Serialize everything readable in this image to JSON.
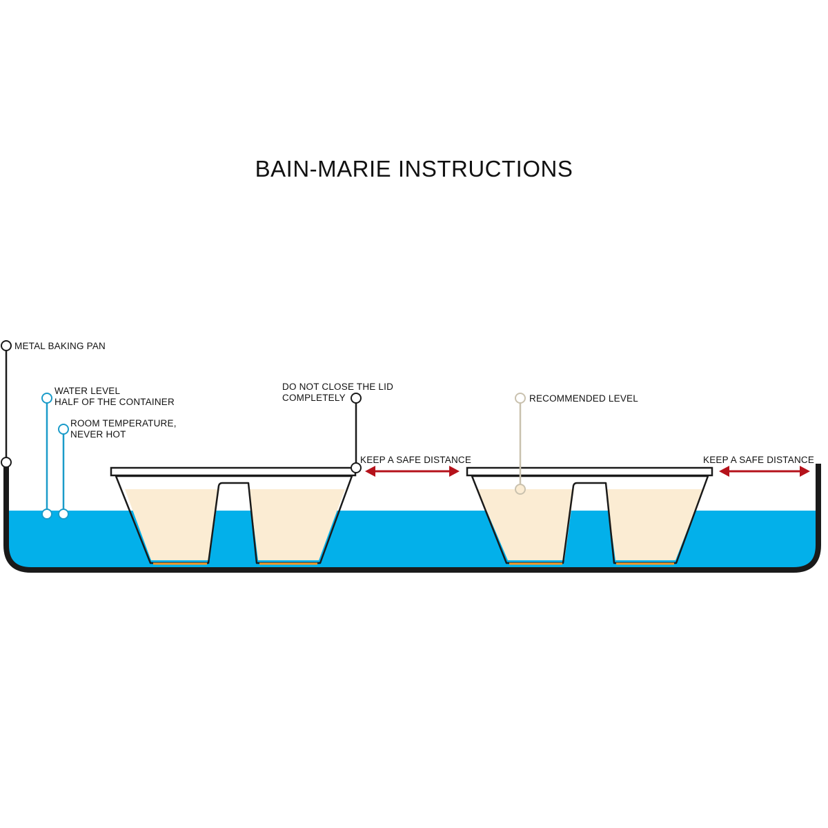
{
  "title": "BAIN-MARIE INSTRUCTIONS",
  "labels": {
    "metal_baking_pan": "METAL BAKING PAN",
    "water_level_line1": "WATER LEVEL",
    "water_level_line2": "HALF OF THE CONTAINER",
    "room_temp_line1": "ROOM TEMPERATURE,",
    "room_temp_line2": "NEVER HOT",
    "lid_line1": "DO NOT CLOSE THE LID",
    "lid_line2": "COMPLETELY",
    "safe_distance_1": "KEEP A SAFE DISTANCE",
    "recommended_level": "RECOMMENDED LEVEL",
    "safe_distance_2": "KEEP A SAFE DISTANCE"
  },
  "colors": {
    "water": "#03b0ea",
    "pan_outline": "#1a1a1a",
    "cream_fill": "#fbecd3",
    "caramel_base": "#f59a2a",
    "arrow_red": "#b5121b",
    "water_callout": "#1a9bc9",
    "recommended_callout": "#c9c1ae"
  }
}
